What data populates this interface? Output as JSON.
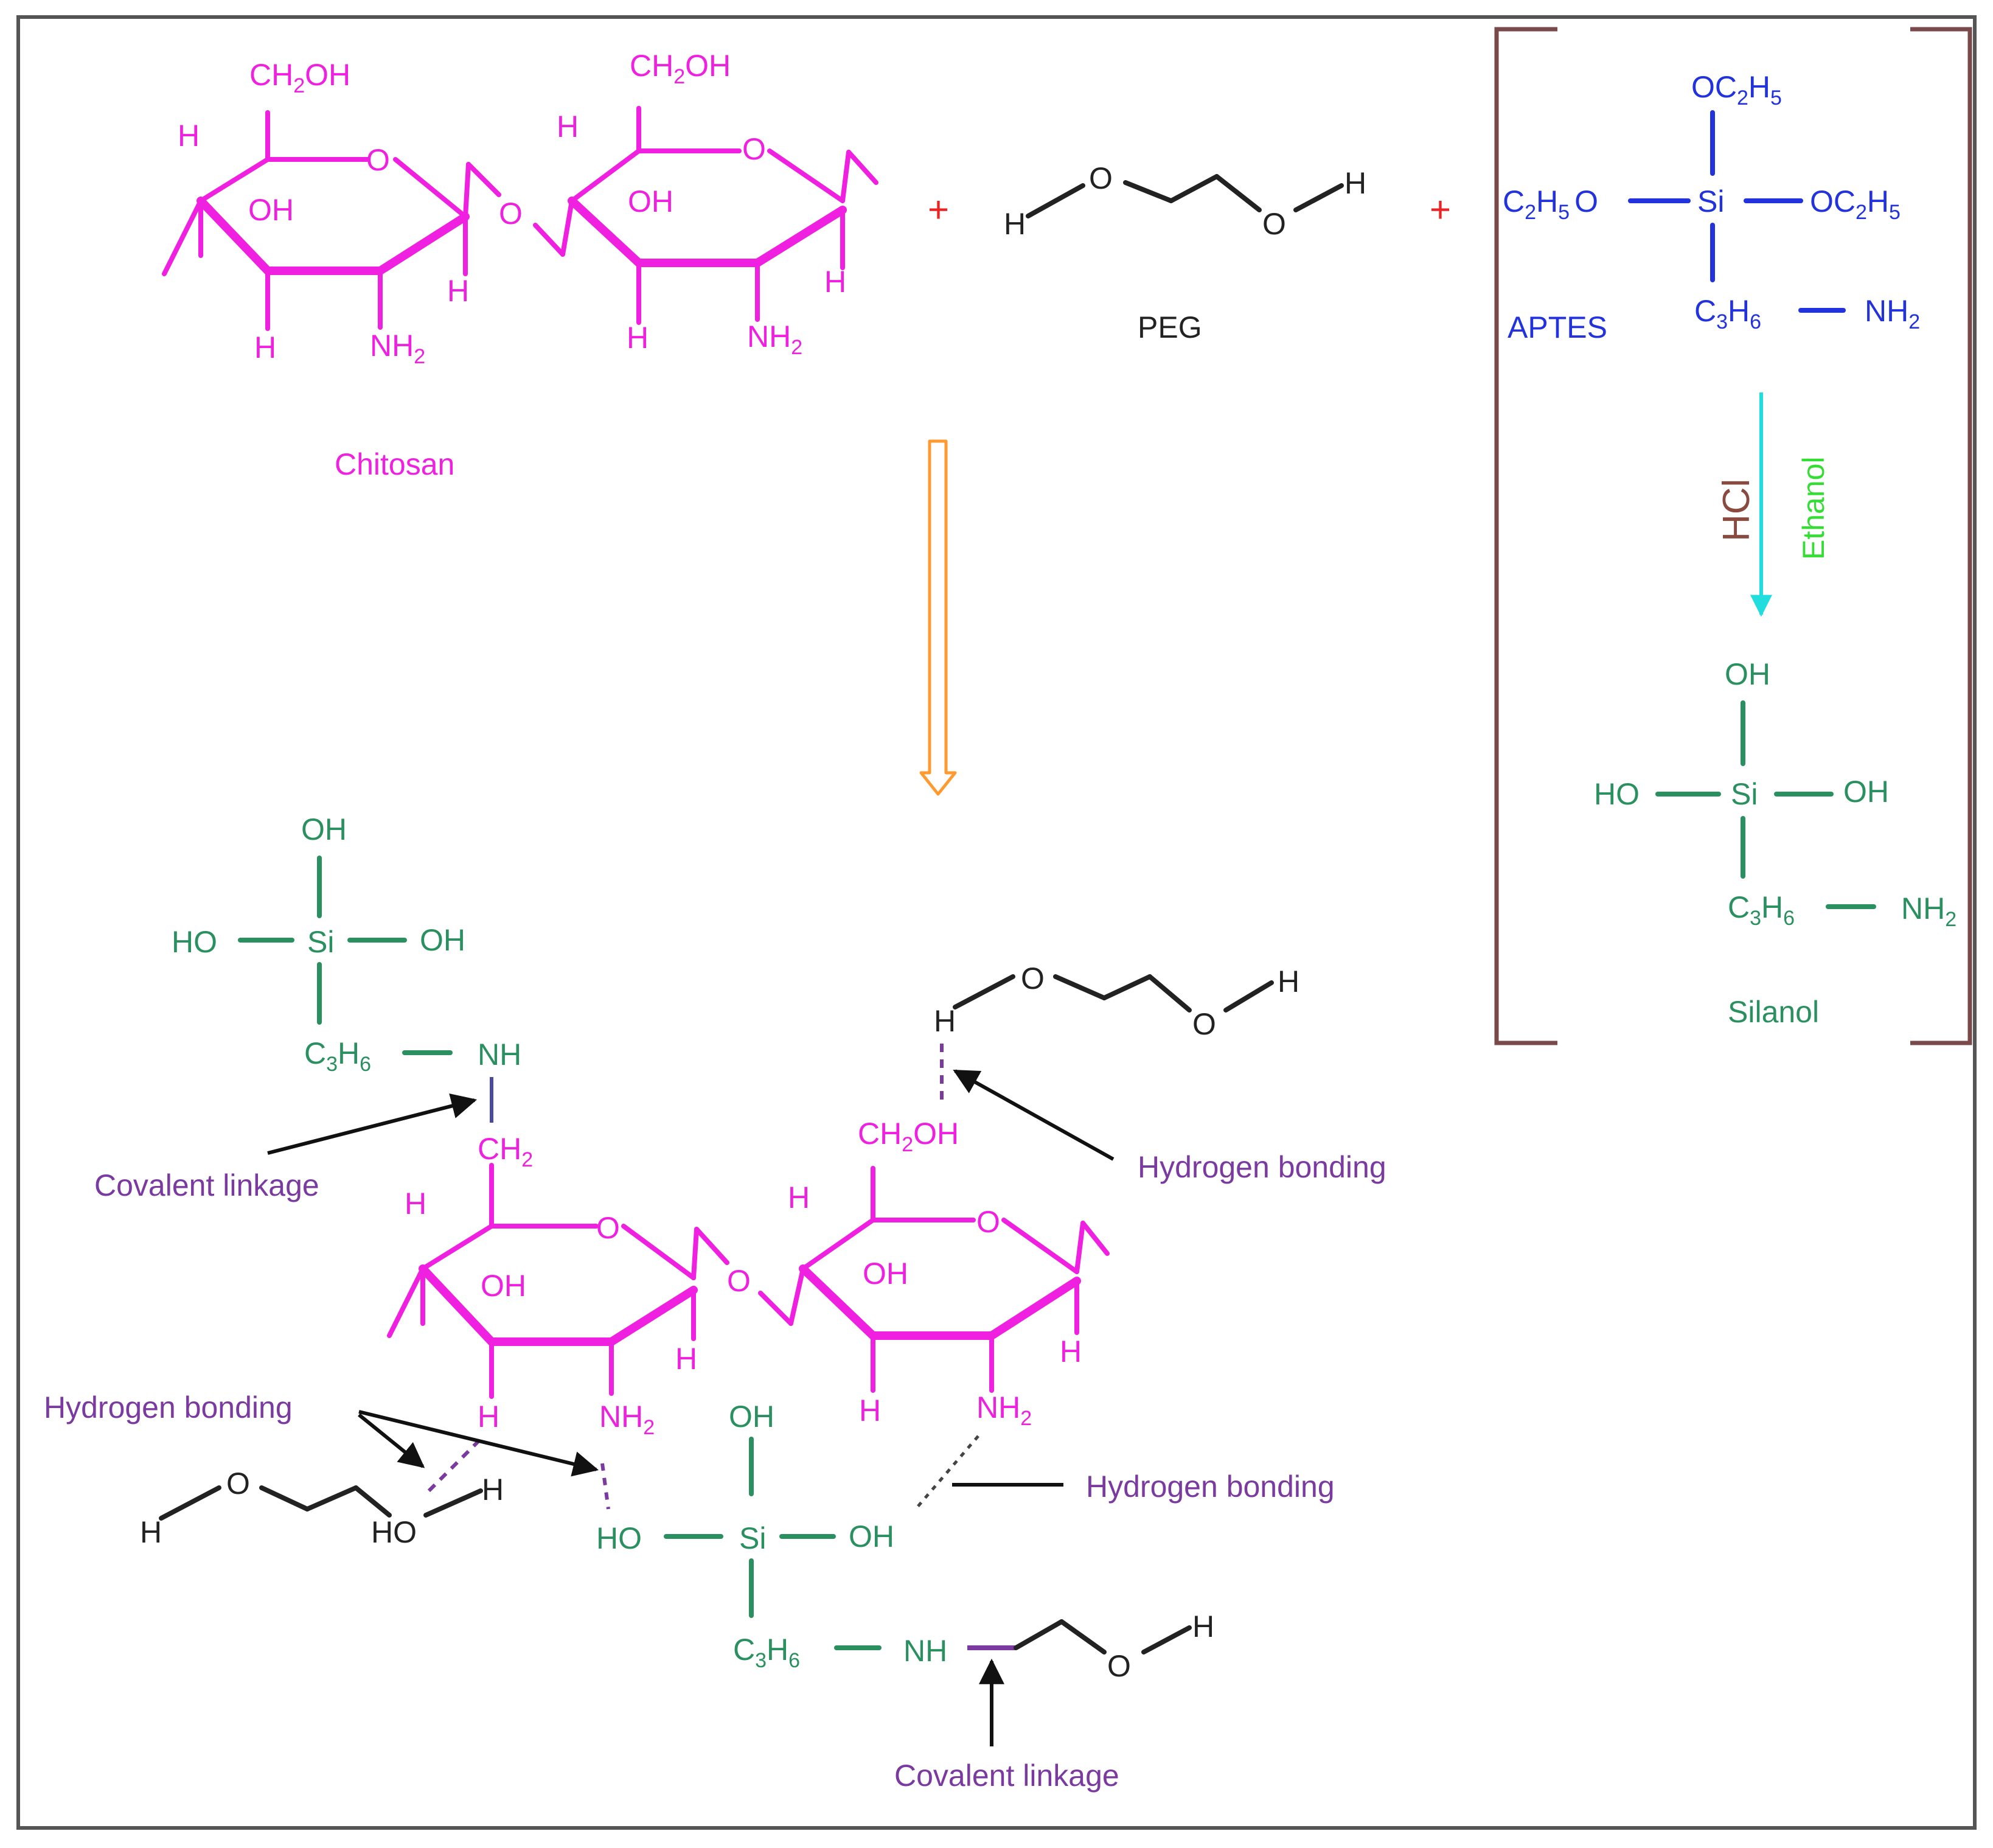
{
  "colors": {
    "chitosan": "#f020e0",
    "peg": "#222222",
    "aptes": "#2233dd",
    "silanol": "#2a9060",
    "annotation": "#7a3aa0",
    "frame": "#555555",
    "bracket": "#7a4a4a",
    "hcl": "#8a4a40",
    "ethanol": "#33dd33",
    "reaction_arrow": "#22dddd",
    "main_arrow": "#ff9a30",
    "plus": "#ee2222",
    "pointer": "#111111"
  },
  "chitosan": {
    "name": "Chitosan",
    "ch2oh_a": "CH",
    "ch2oh_sub": "2",
    "ch2oh_b": "OH",
    "h": "H",
    "oh": "OH",
    "o": "O",
    "nh_a": "NH",
    "nh_sub": "2"
  },
  "peg": {
    "name": "PEG",
    "h": "H",
    "o": "O"
  },
  "aptes": {
    "name": "APTES",
    "oc2h5_a": "OC",
    "oc2h5_s1": "2",
    "oc2h5_b": "H",
    "oc2h5_s2": "5",
    "c2h5o_a": "C",
    "c2h5o_s1": "2",
    "c2h5o_b": "H",
    "c2h5o_s2": "5",
    "c2h5o_c": "O",
    "si": "Si",
    "c3h6_a": "C",
    "c3h6_s1": "3",
    "c3h6_b": "H",
    "c3h6_s2": "6",
    "nh2_a": "NH",
    "nh2_sub": "2"
  },
  "conditions": {
    "hcl": "HCl",
    "ethanol": "Ethanol"
  },
  "silanol": {
    "name": "Silanol",
    "oh": "OH",
    "ho": "HO",
    "si": "Si",
    "c3h6_a": "C",
    "c3h6_s1": "3",
    "c3h6_b": "H",
    "c3h6_s2": "6",
    "nh2_a": "NH",
    "nh2_sub": "2"
  },
  "product": {
    "nh": "NH",
    "ch2_a": "CH",
    "ch2_sub": "2",
    "ho_ring": "HO",
    "oh": "OH",
    "ho": "HO",
    "si": "Si",
    "h": "H",
    "o": "O"
  },
  "annotations": {
    "covalent_linkage": "Covalent linkage",
    "hydrogen_bonding": "Hydrogen bonding"
  }
}
